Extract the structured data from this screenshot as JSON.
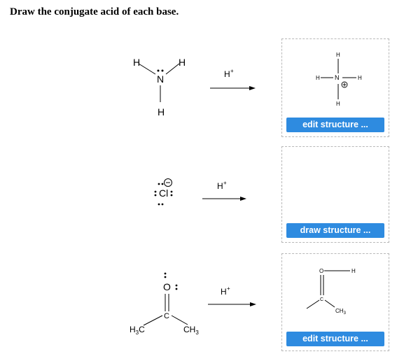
{
  "instruction": "Draw the conjugate acid of each base.",
  "atoms": {
    "H": "H",
    "N": "N",
    "C": "C",
    "O": "O",
    "Cl": "Cl",
    "CH": "CH",
    "sub3": "3"
  },
  "reagent": "H",
  "reagent_charge": "+",
  "problems": [
    {
      "base": "ammonia",
      "answer_state": "drawn",
      "answer": "ammonium",
      "button_label": "edit structure ..."
    },
    {
      "base": "chloride",
      "answer_state": "empty",
      "button_label": "draw structure ..."
    },
    {
      "base": "acetone",
      "answer_state": "drawn",
      "answer": "protonated acetone",
      "button_label": "edit structure ..."
    }
  ]
}
